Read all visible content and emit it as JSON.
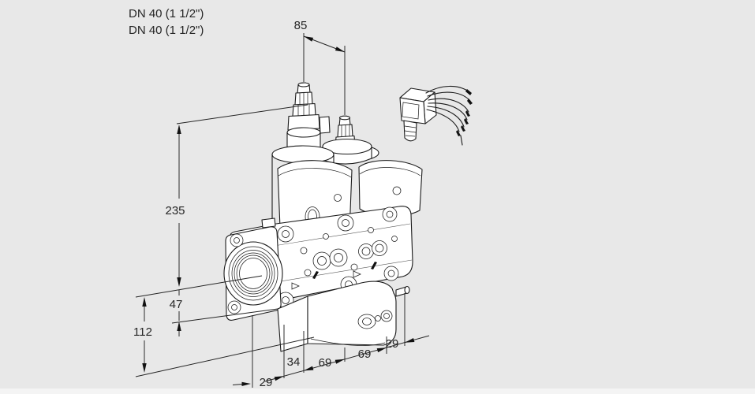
{
  "canvas": {
    "background_color": "#e8e8e8",
    "line_color": "#1a1a1a",
    "text_color": "#262626"
  },
  "labels": {
    "dn_line1": "DN 40 (1 1/2\")",
    "dn_line2": "DN 40 (1 1/2\")"
  },
  "dims": {
    "d85": "85",
    "d235": "235",
    "d47": "47",
    "d112": "112",
    "d29_left": "29",
    "d34": "34",
    "d69_a": "69",
    "d69_b": "69",
    "d29_right": "29"
  }
}
